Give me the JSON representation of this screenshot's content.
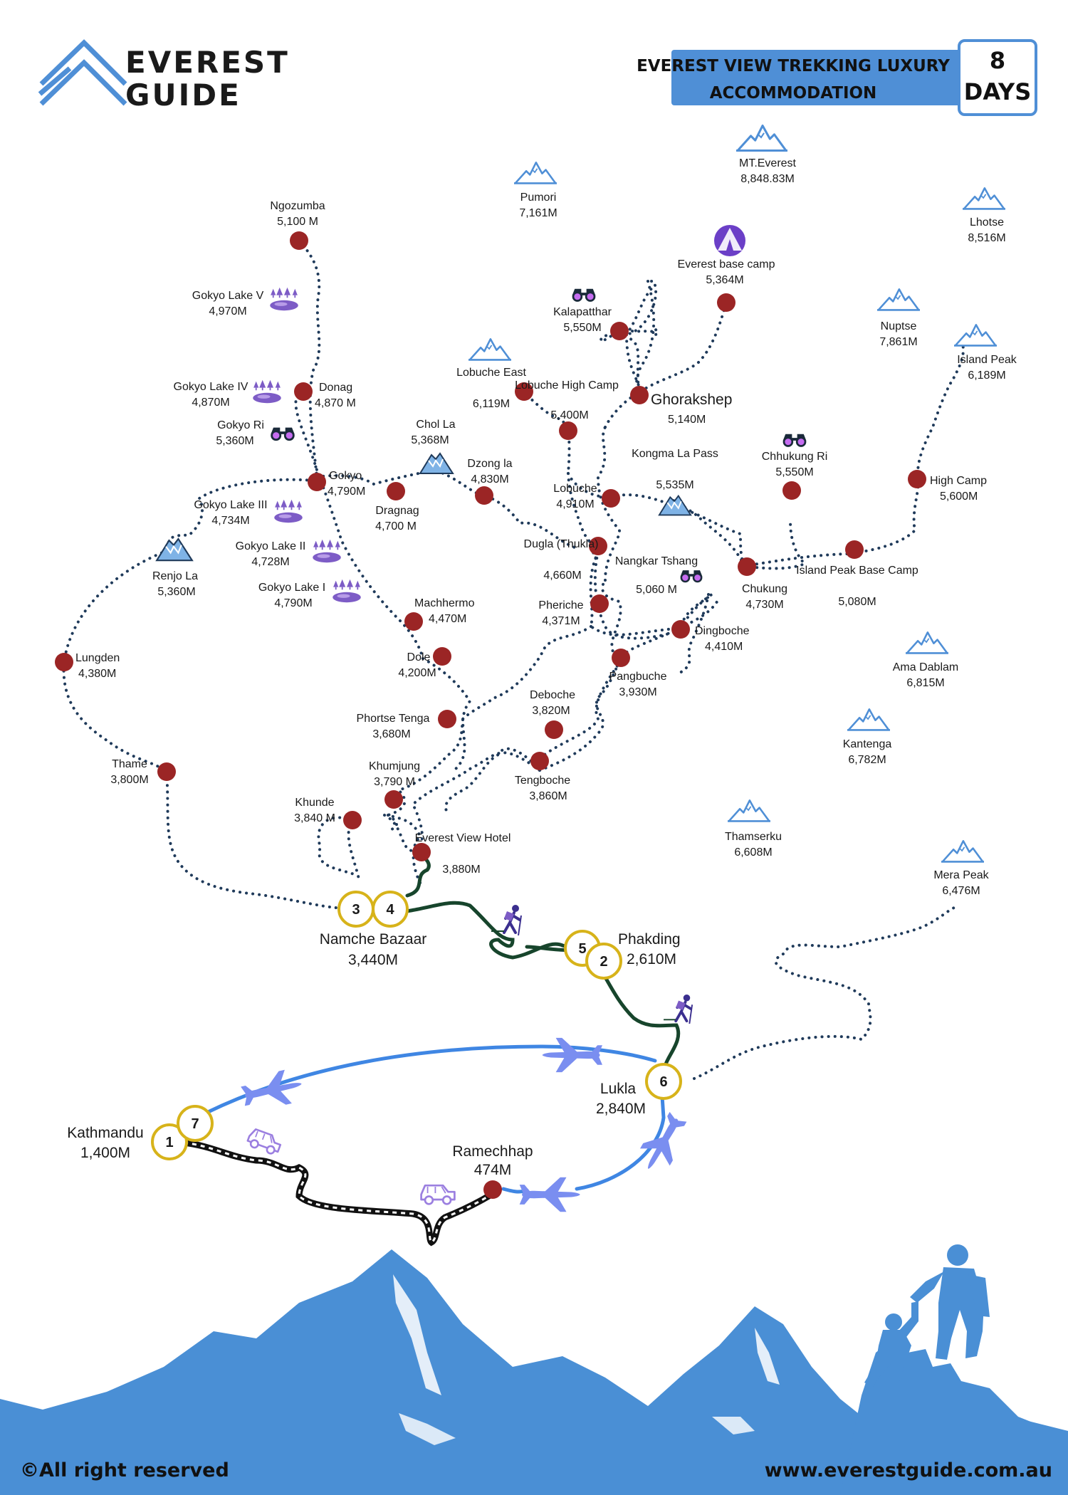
{
  "brand": {
    "line1": "EVEREST",
    "line2": "GUIDE"
  },
  "header": {
    "title_line1": "EVEREST VIEW TREKKING LUXURY",
    "title_line2": "ACCOMMODATION",
    "days_number": "8",
    "days_label": "DAYS"
  },
  "peaks": [
    {
      "name": "MT.Everest",
      "elevation": "8,848.83M"
    },
    {
      "name": "Pumori",
      "elevation": "7,161M"
    },
    {
      "name": "Lhotse",
      "elevation": "8,516M"
    },
    {
      "name": "Nuptse",
      "elevation": "7,861M"
    },
    {
      "name": "Island Peak",
      "elevation": "6,189M"
    },
    {
      "name": "Lobuche East",
      "elevation": "6,119M"
    },
    {
      "name": "Ama Dablam",
      "elevation": "6,815M"
    },
    {
      "name": "Kantenga",
      "elevation": "6,782M"
    },
    {
      "name": "Thamserku",
      "elevation": "6,608M"
    },
    {
      "name": "Mera Peak",
      "elevation": "6,476M"
    }
  ],
  "places": [
    {
      "name": "Ngozumba",
      "elevation": "5,100 M"
    },
    {
      "name": "Gokyo Lake V",
      "elevation": "4,970M"
    },
    {
      "name": "Gokyo Lake IV",
      "elevation": "4,870M"
    },
    {
      "name": "Donag",
      "elevation": "4,870 M"
    },
    {
      "name": "Gokyo Ri",
      "elevation": "5,360M"
    },
    {
      "name": "Gokyo",
      "elevation": "4,790M"
    },
    {
      "name": "Gokyo Lake III",
      "elevation": "4,734M"
    },
    {
      "name": "Gokyo Lake II",
      "elevation": "4,728M"
    },
    {
      "name": "Gokyo Lake I",
      "elevation": "4,790M"
    },
    {
      "name": "Renjo La",
      "elevation": "5,360M"
    },
    {
      "name": "Lungden",
      "elevation": "4,380M"
    },
    {
      "name": "Thame",
      "elevation": "3,800M"
    },
    {
      "name": "Chol La",
      "elevation": "5,368M"
    },
    {
      "name": "Dzong la",
      "elevation": "4,830M"
    },
    {
      "name": "Dragnag",
      "elevation": "4,700 M"
    },
    {
      "name": "Machhermo",
      "elevation": "4,470M"
    },
    {
      "name": "Dole",
      "elevation": "4,200M"
    },
    {
      "name": "Phortse Tenga",
      "elevation": "3,680M"
    },
    {
      "name": "Khumjung",
      "elevation": "3,790 M"
    },
    {
      "name": "Khunde",
      "elevation": "3,840 M"
    },
    {
      "name": "Everest View Hotel",
      "elevation": "3,880M"
    },
    {
      "name": "Kalapatthar",
      "elevation": "5,550M"
    },
    {
      "name": "Everest base camp",
      "elevation": "5,364M"
    },
    {
      "name": "Ghorakshep",
      "elevation": "5,140M"
    },
    {
      "name": "Lobuche High Camp",
      "elevation": "5,400M"
    },
    {
      "name": "Lobuche",
      "elevation": "4,910M"
    },
    {
      "name": "Kongma La Pass",
      "elevation": "5,535M"
    },
    {
      "name": "Chhukung Ri",
      "elevation": "5,550M"
    },
    {
      "name": "High Camp",
      "elevation": "5,600M"
    },
    {
      "name": "Dugla (Thukla)",
      "elevation": "4,660M"
    },
    {
      "name": "Nangkar Tshang",
      "elevation": "5,060 M"
    },
    {
      "name": "Chukung",
      "elevation": "4,730M"
    },
    {
      "name": "Island Peak Base Camp",
      "elevation": "5,080M"
    },
    {
      "name": "Pheriche",
      "elevation": "4,371M"
    },
    {
      "name": "Dingboche",
      "elevation": "4,410M"
    },
    {
      "name": "Pangbuche",
      "elevation": "3,930M"
    },
    {
      "name": "Deboche",
      "elevation": "3,820M"
    },
    {
      "name": "Tengboche",
      "elevation": "3,860M"
    },
    {
      "name": "Ramechhap",
      "elevation": "474M"
    }
  ],
  "stops": [
    {
      "name": "Namche Bazaar",
      "elevation": "3,440M",
      "days": [
        "3",
        "4"
      ]
    },
    {
      "name": "Phakding",
      "elevation": "2,610M",
      "days": [
        "5",
        "2"
      ]
    },
    {
      "name": "Lukla",
      "elevation": "2,840M",
      "days": [
        "6"
      ]
    },
    {
      "name": "Kathmandu",
      "elevation": "1,400M",
      "days": [
        "1",
        "7"
      ]
    }
  ],
  "footer": {
    "copyright": "©All right reserved",
    "website": "www.everestguide.com.au"
  },
  "colors": {
    "brand_blue": "#4f8fd6",
    "marker_red": "#9b2525",
    "stop_ring": "#d7b31a",
    "trek_green": "#17452c",
    "dotted_trail": "#1f3a5a",
    "flight_blue": "#3f86e3",
    "icon_purple": "#7d5cc6"
  },
  "icons": [
    "mountain-logo-icon",
    "peak-icon",
    "binoculars-icon",
    "tent-icon",
    "glacier-icon",
    "lake-icon",
    "hiker-icon",
    "plane-icon",
    "jeep-icon"
  ]
}
